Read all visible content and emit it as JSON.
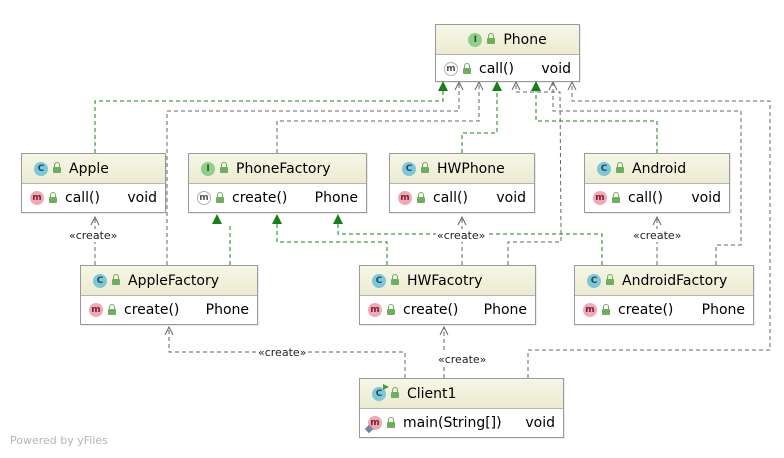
{
  "diagram": {
    "classes": {
      "phone": {
        "kind": "I",
        "name": "Phone",
        "method": "call()",
        "type": "void",
        "abstract": true
      },
      "apple": {
        "kind": "C",
        "name": "Apple",
        "method": "call()",
        "type": "void"
      },
      "phone_factory": {
        "kind": "I",
        "name": "PhoneFactory",
        "method": "create()",
        "type": "Phone",
        "abstract": true
      },
      "hwphone": {
        "kind": "C",
        "name": "HWPhone",
        "method": "call()",
        "type": "void"
      },
      "android": {
        "kind": "C",
        "name": "Android",
        "method": "call()",
        "type": "void"
      },
      "apple_factory": {
        "kind": "C",
        "name": "AppleFactory",
        "method": "create()",
        "type": "Phone"
      },
      "hwfactory": {
        "kind": "C",
        "name": "HWFacotry",
        "method": "create()",
        "type": "Phone"
      },
      "android_factory": {
        "kind": "C",
        "name": "AndroidFactory",
        "method": "create()",
        "type": "Phone"
      },
      "client": {
        "kind": "C",
        "name": "Client1",
        "method": "main(String[])",
        "type": "void"
      }
    },
    "method_badge": "m",
    "create_label": "«create»",
    "colors": {
      "header_bg": "#ecebcf",
      "realization": "#168016",
      "dependency": "#666666",
      "class_badge": "#7dc8d8",
      "interface_badge": "#8fcf8a",
      "method_badge": "#f1a7b6",
      "visibility_lock": "#6fae5e"
    }
  },
  "footer": {
    "text": "Powered by yFiles"
  }
}
